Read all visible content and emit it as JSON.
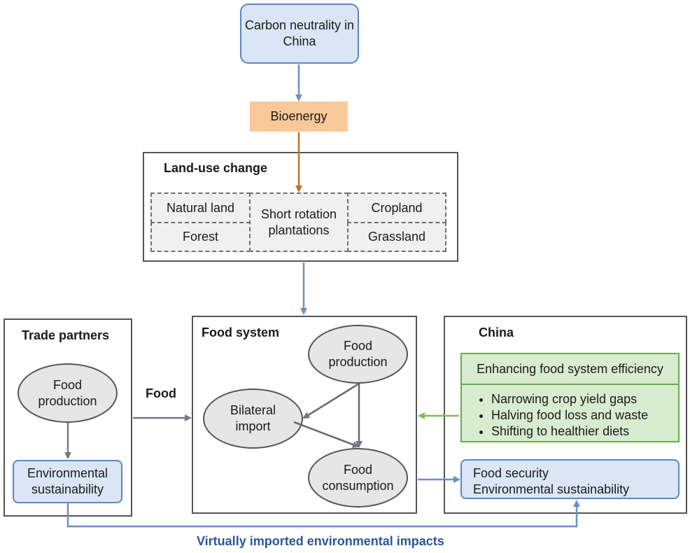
{
  "top": {
    "label": "Carbon neutrality in China"
  },
  "bioenergy": {
    "label": "Bioenergy"
  },
  "landuse": {
    "title": "Land-use change",
    "cells": {
      "natural_land": "Natural land",
      "forest": "Forest",
      "short_rotation": "Short rotation plantations",
      "cropland": "Cropland",
      "grassland": "Grassland"
    }
  },
  "trade": {
    "title": "Trade partners",
    "food_production": "Food production",
    "env_sustainability": "Environmental sustainability"
  },
  "food_label": "Food",
  "food_system": {
    "title": "Food system",
    "food_production": "Food production",
    "bilateral_import": "Bilateral import",
    "food_consumption": "Food consumption"
  },
  "china": {
    "title": "China",
    "efficiency_title": "Enhancing food system efficiency",
    "measures": [
      "Narrowing crop yield gaps",
      "Halving food loss and waste",
      "Shifting to healthier diets"
    ],
    "outcome_line1": "Food security",
    "outcome_line2": "Environmental sustainability"
  },
  "bottom_label": "Virtually imported environmental impacts",
  "colors": {
    "blue_arrow": "#6a8fc6",
    "orange_arrow": "#b8732a",
    "grey_arrow": "#707a84",
    "green_arrow": "#7fba5c",
    "bottom_text": "#2f5597",
    "bioenergy_fill": "#fac99a"
  }
}
